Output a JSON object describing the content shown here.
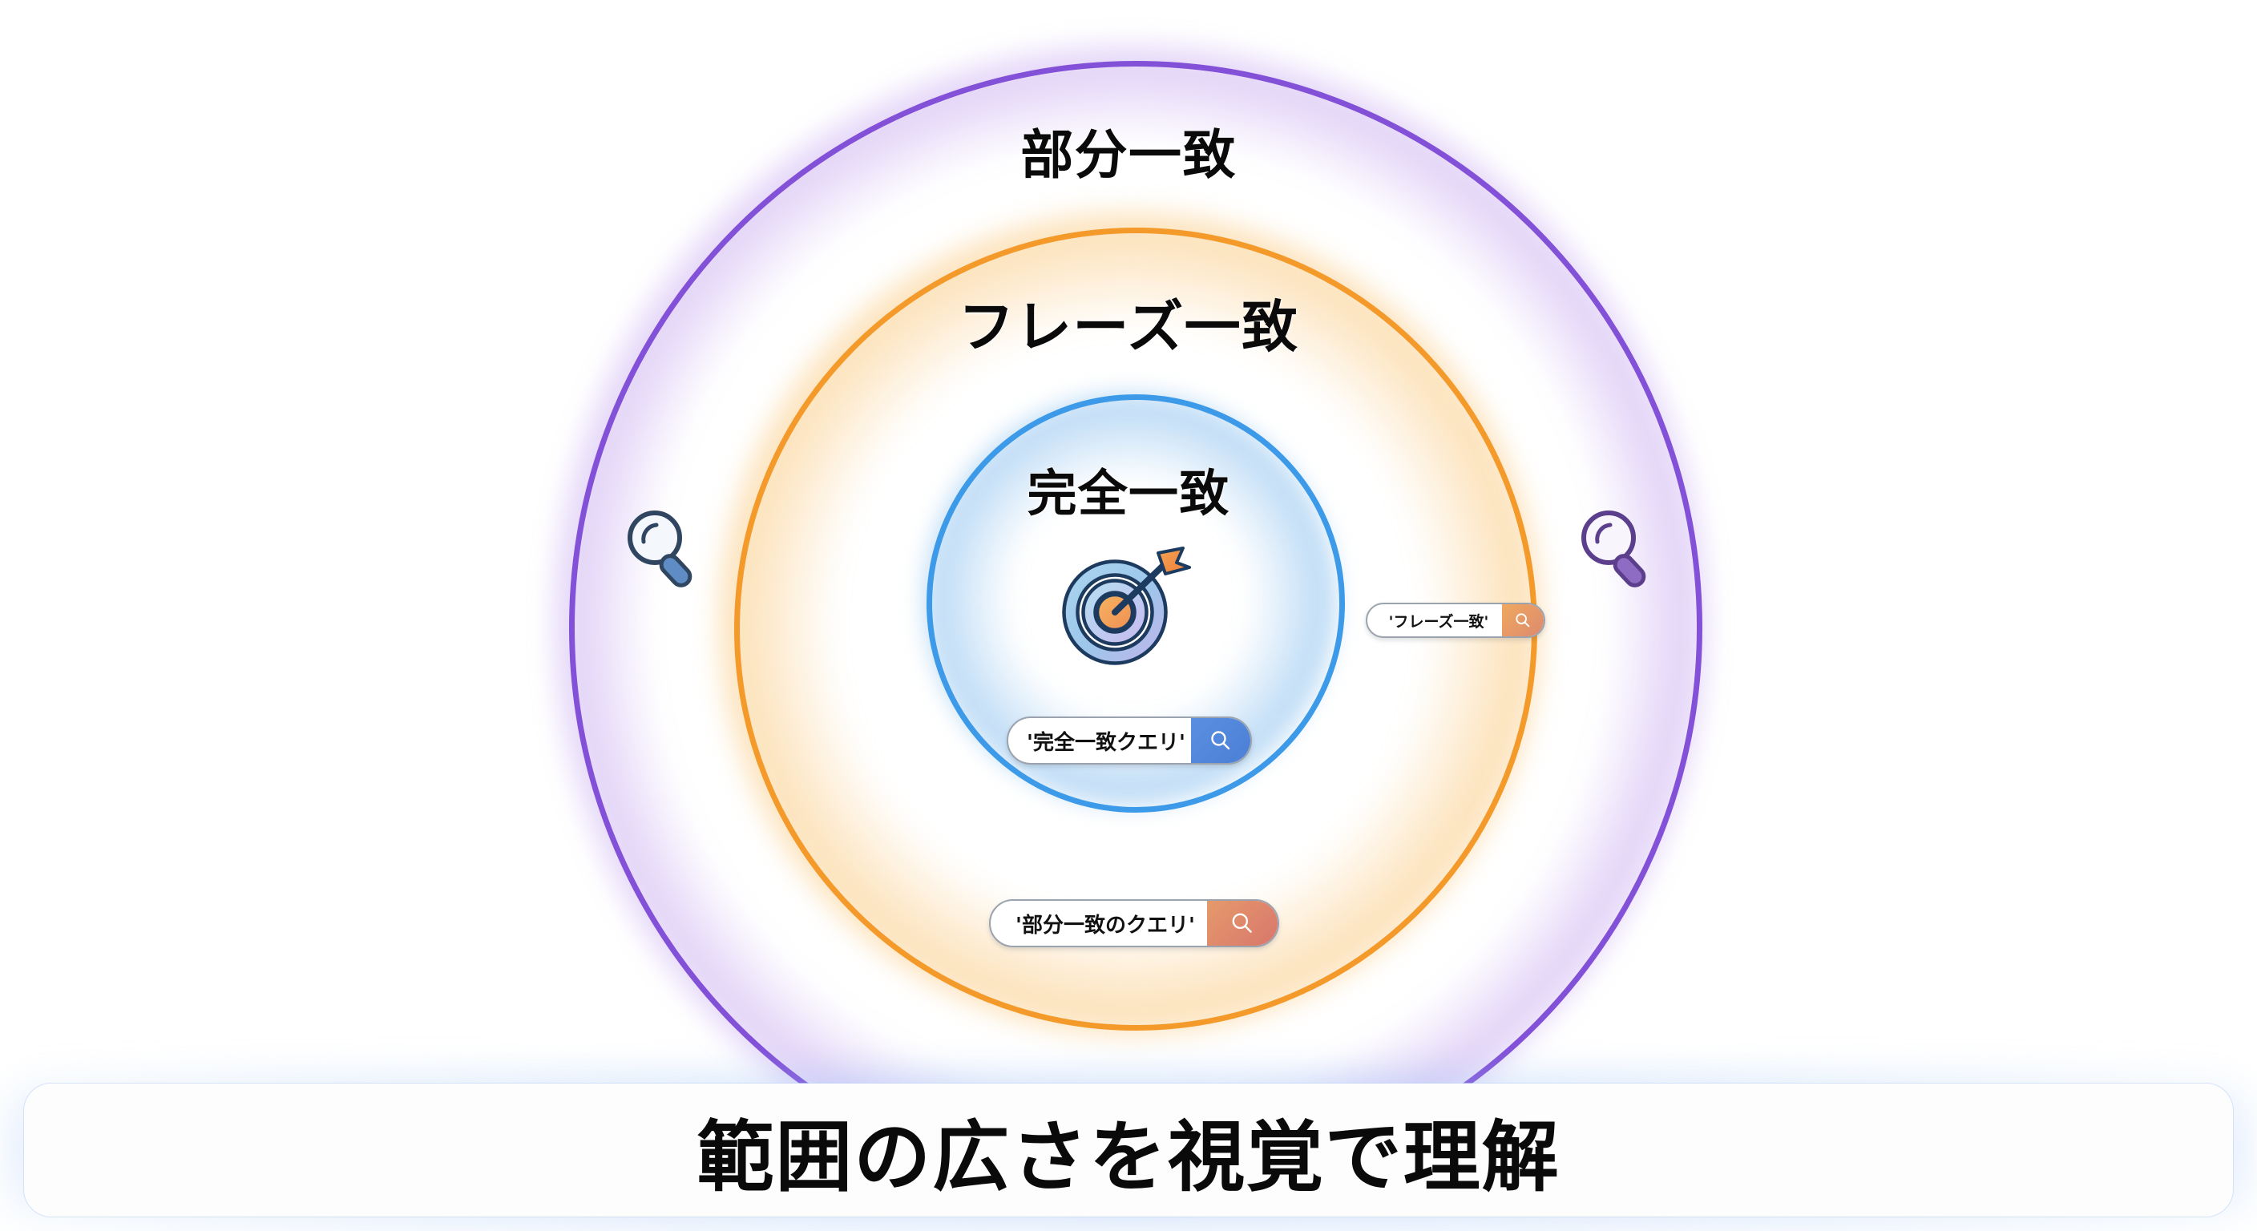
{
  "diagram": {
    "rings": [
      {
        "id": "broad",
        "label": "部分一致",
        "color": "#8350d8",
        "glow": "#a06ee6"
      },
      {
        "id": "phrase",
        "label": "フレーズ一致",
        "color": "#f49a2a",
        "glow": "#f7a832"
      },
      {
        "id": "exact",
        "label": "完全一致",
        "color": "#3d9ae8",
        "glow": "#50a0e6"
      }
    ],
    "center_icon": {
      "name": "target-with-arrow-icon",
      "ring_color_outer": "#8fc4e8",
      "ring_color_mid": "#b3b6e8",
      "bullseye_color": "#f4a04a",
      "outline_color": "#1d3a5f",
      "arrow_color": "#f08b3c"
    },
    "magnifiers": [
      {
        "id": "left",
        "name": "magnifier-icon",
        "ring_color": "#2f4560",
        "handle_color": "#5f8cc4"
      },
      {
        "id": "right",
        "name": "magnifier-icon",
        "ring_color": "#5b3f8c",
        "handle_color": "#8e6cc4"
      }
    ],
    "search_pills": [
      {
        "id": "exact",
        "query": "'完全一致クエリ'",
        "button_icon": "search-icon",
        "button_color_from": "#5a8fe0",
        "button_color_to": "#4b7fd6"
      },
      {
        "id": "phrase",
        "query": "'フレーズ一致'",
        "button_icon": "search-icon",
        "button_color_from": "#f0a85f",
        "button_color_to": "#dd8a6e"
      },
      {
        "id": "broad",
        "query": "'部分一致のクエリ'",
        "button_icon": "search-icon",
        "button_color_from": "#e59a6b",
        "button_color_to": "#d9766c"
      }
    ]
  },
  "caption": {
    "text": "範囲の広さを視覚で理解"
  }
}
